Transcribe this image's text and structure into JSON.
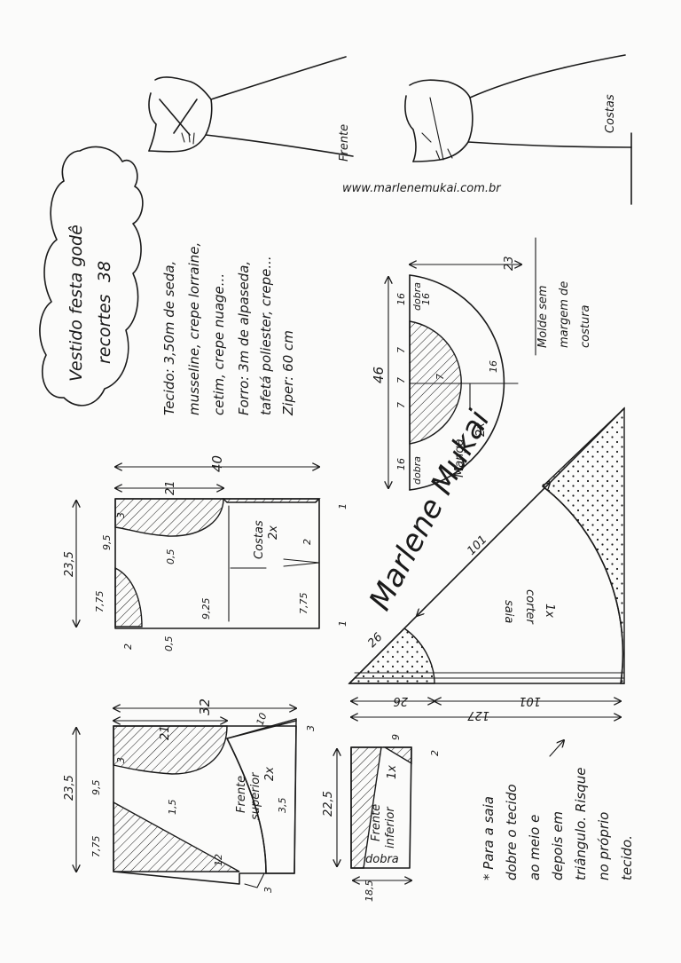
{
  "title": {
    "line1": "Vestido festa godê",
    "line2": "recortes",
    "size": "38"
  },
  "materials": {
    "line1": "Tecido: 3,50m de seda,",
    "line2": "musseline, crepe lorraine,",
    "line3": "cetim, crepe nuage...",
    "line4": "Forro: 3m de alpaseda,",
    "line5": "tafetá poliester, crepe...",
    "line6": "Ziper: 60 cm"
  },
  "views": {
    "front": "Frente",
    "back": "Costas"
  },
  "website": "www.marlenemukai.com.br",
  "seam_note": {
    "line1": "Molde sem",
    "line2": "margem de",
    "line3": "costura"
  },
  "signature": "Marlene Mukai",
  "sleeve": {
    "name": "Manga",
    "qty": "2x",
    "fold1": "dobra",
    "fold2": "dobra",
    "d46": "46",
    "d23": "23",
    "d16a": "16",
    "d16b": "16",
    "d16c": "16",
    "d16d": "16",
    "d7a": "7",
    "d7b": "7",
    "d7c": "7",
    "d7d": "7"
  },
  "back": {
    "name": "Costas",
    "qty": "2x",
    "d40": "40",
    "d21": "21",
    "d23_5": "23,5",
    "d9_5": "9,5",
    "d7_75": "7,75",
    "d7_75b": "7,75",
    "d3": "3",
    "d0_5a": "0,5",
    "d0_5b": "0,5",
    "d9_25": "9,25",
    "d2": "2",
    "d2b": "2",
    "d1a": "1",
    "d1b": "1"
  },
  "front_upper": {
    "name1": "Frente",
    "name2": "superior",
    "qty": "2x",
    "d32": "32",
    "d21": "21",
    "d23_5": "23,5",
    "d9_5": "9,5",
    "d7_75": "7,75",
    "d3a": "3",
    "d3b": "3",
    "d3c": "3",
    "d1_5": "1,5",
    "d10": "10",
    "d3_5": "3,5",
    "d12": "12"
  },
  "front_lower": {
    "name1": "Frente",
    "name2": "inferior",
    "qty": "1x",
    "fold": "dobra",
    "d22_5": "22,5",
    "d18_5": "18,5",
    "d9": "9",
    "d2": "2"
  },
  "skirt": {
    "name1": "saia",
    "name2": "corter",
    "qty": "1x",
    "d101a": "101",
    "d101b": "101",
    "d26a": "26",
    "d26b": "26",
    "d127": "127"
  },
  "skirt_note": {
    "line1": "* Para a saia",
    "line2": "dobre o tecido",
    "line3": "ao meio e",
    "line4": "depois em",
    "line5": "triângulo. Risque",
    "line6": "no próprio",
    "line7": "tecido."
  }
}
